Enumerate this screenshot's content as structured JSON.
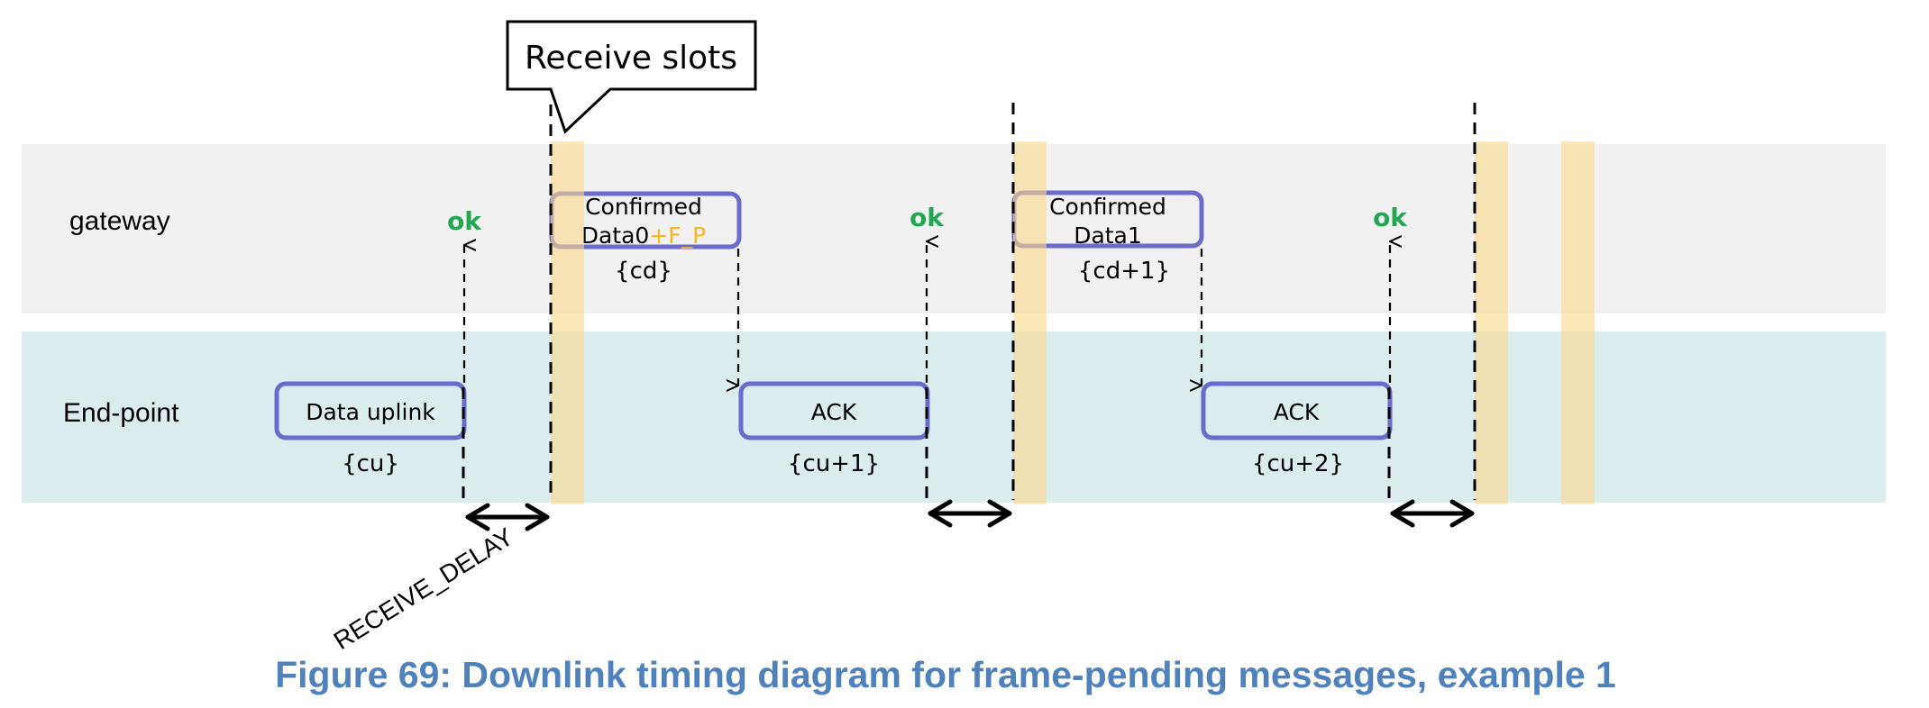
{
  "colors": {
    "gateway_lane": "#f1f1f1",
    "endpoint_lane": "#dbecef",
    "receive_slot": "#fbd98c",
    "message_border": "#6b6bcc",
    "ok": "#22a652",
    "frame_pending": "#f5b622",
    "caption": "#4f81bd"
  },
  "lanes": {
    "gateway": "gateway",
    "endpoint": "End-point"
  },
  "callout": {
    "label": "Receive slots"
  },
  "messages": {
    "uplink": {
      "label": "Data uplink",
      "counter": "{cu}"
    },
    "downlink0": {
      "line1": "Confirmed",
      "line2": "Data0",
      "flag": "+F_P",
      "counter": "{cd}"
    },
    "ack1": {
      "label": "ACK",
      "counter": "{cu+1}"
    },
    "downlink1": {
      "line1": "Confirmed",
      "line2": "Data1",
      "counter": "{cd+1}"
    },
    "ack2": {
      "label": "ACK",
      "counter": "{cu+2}"
    }
  },
  "acks": [
    "ok",
    "ok",
    "ok"
  ],
  "receive_delay_label": "RECEIVE_DELAY",
  "caption": "Figure 69: Downlink timing diagram for frame-pending messages, example 1"
}
